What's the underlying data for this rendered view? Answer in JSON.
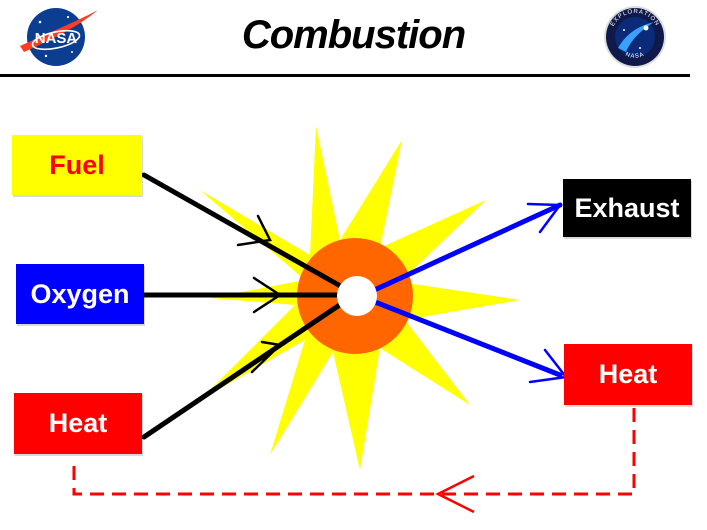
{
  "title": "Combustion",
  "logos": {
    "left_text": "NASA",
    "right_top_text": "EXPLORATION",
    "right_bottom_text": "NASA"
  },
  "colors": {
    "yellow": "#ffff00",
    "blue": "#0000ff",
    "red": "#ff0000",
    "black": "#000000",
    "orange": "#ff6600",
    "nasa_blue": "#0b3d91"
  },
  "inputs": [
    {
      "id": "fuel",
      "label": "Fuel",
      "bg": "#ffff00",
      "fg": "#ff0000"
    },
    {
      "id": "oxygen",
      "label": "Oxygen",
      "bg": "#0000ff",
      "fg": "#ffffff"
    },
    {
      "id": "heat-in",
      "label": "Heat",
      "bg": "#ff0000",
      "fg": "#ffffff"
    }
  ],
  "outputs": [
    {
      "id": "exhaust",
      "label": "Exhaust",
      "bg": "#000000",
      "fg": "#ffffff"
    },
    {
      "id": "heat-out",
      "label": "Heat",
      "bg": "#ff0000",
      "fg": "#ffffff"
    }
  ]
}
